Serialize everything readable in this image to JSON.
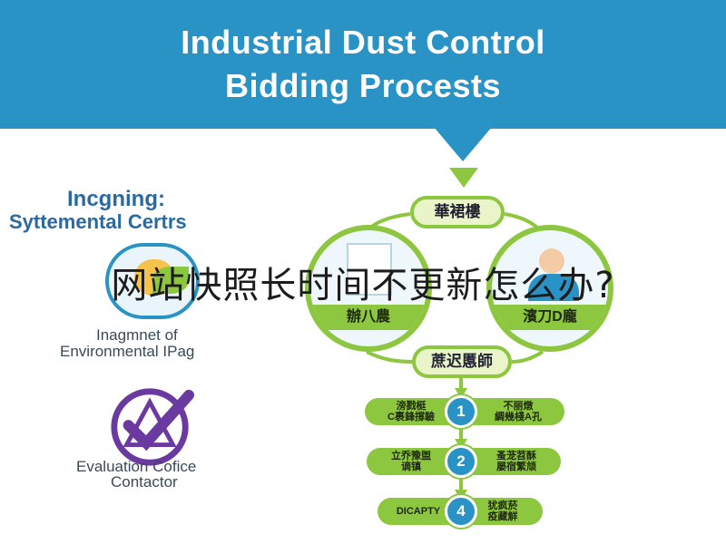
{
  "header": {
    "title_line_1": "Industrial Dust Control",
    "title_line_2": "Bidding Procests",
    "background_color": "#2a93c6"
  },
  "left_panel": {
    "heading_line_1": "Incgning:",
    "heading_line_2": "Syttemental Certrs",
    "env_line_1": "Inagmnet of",
    "env_line_2": "Environmental IPag",
    "eval_line_1": "Evaluation Cofice",
    "eval_line_2": "Contactor",
    "icons": [
      "environment-badge-icon",
      "evaluation-check-icon"
    ]
  },
  "flow": {
    "top_label": "華裙樓",
    "left_node_label": "辦八農",
    "right_node_label": "濱刀D龐",
    "middle_label": "蔗迟慝師",
    "steps": [
      {
        "number": "1",
        "left_text": "滂戮梃\nC裹鋒撐驗",
        "right_text": "不丽燉\n綢幾棧A孔"
      },
      {
        "number": "2",
        "left_text": "立乔豫盥\n谪镇",
        "right_text": "蚤茏苕酥\n屡宿繁颃"
      },
      {
        "number": "4",
        "left_text": "DICAPTY",
        "right_text": "犹疯菸\n疫藏觧"
      }
    ],
    "accent_color": "#8dc63f"
  },
  "overlay_text": "网站快照长时间不更新怎么办?"
}
